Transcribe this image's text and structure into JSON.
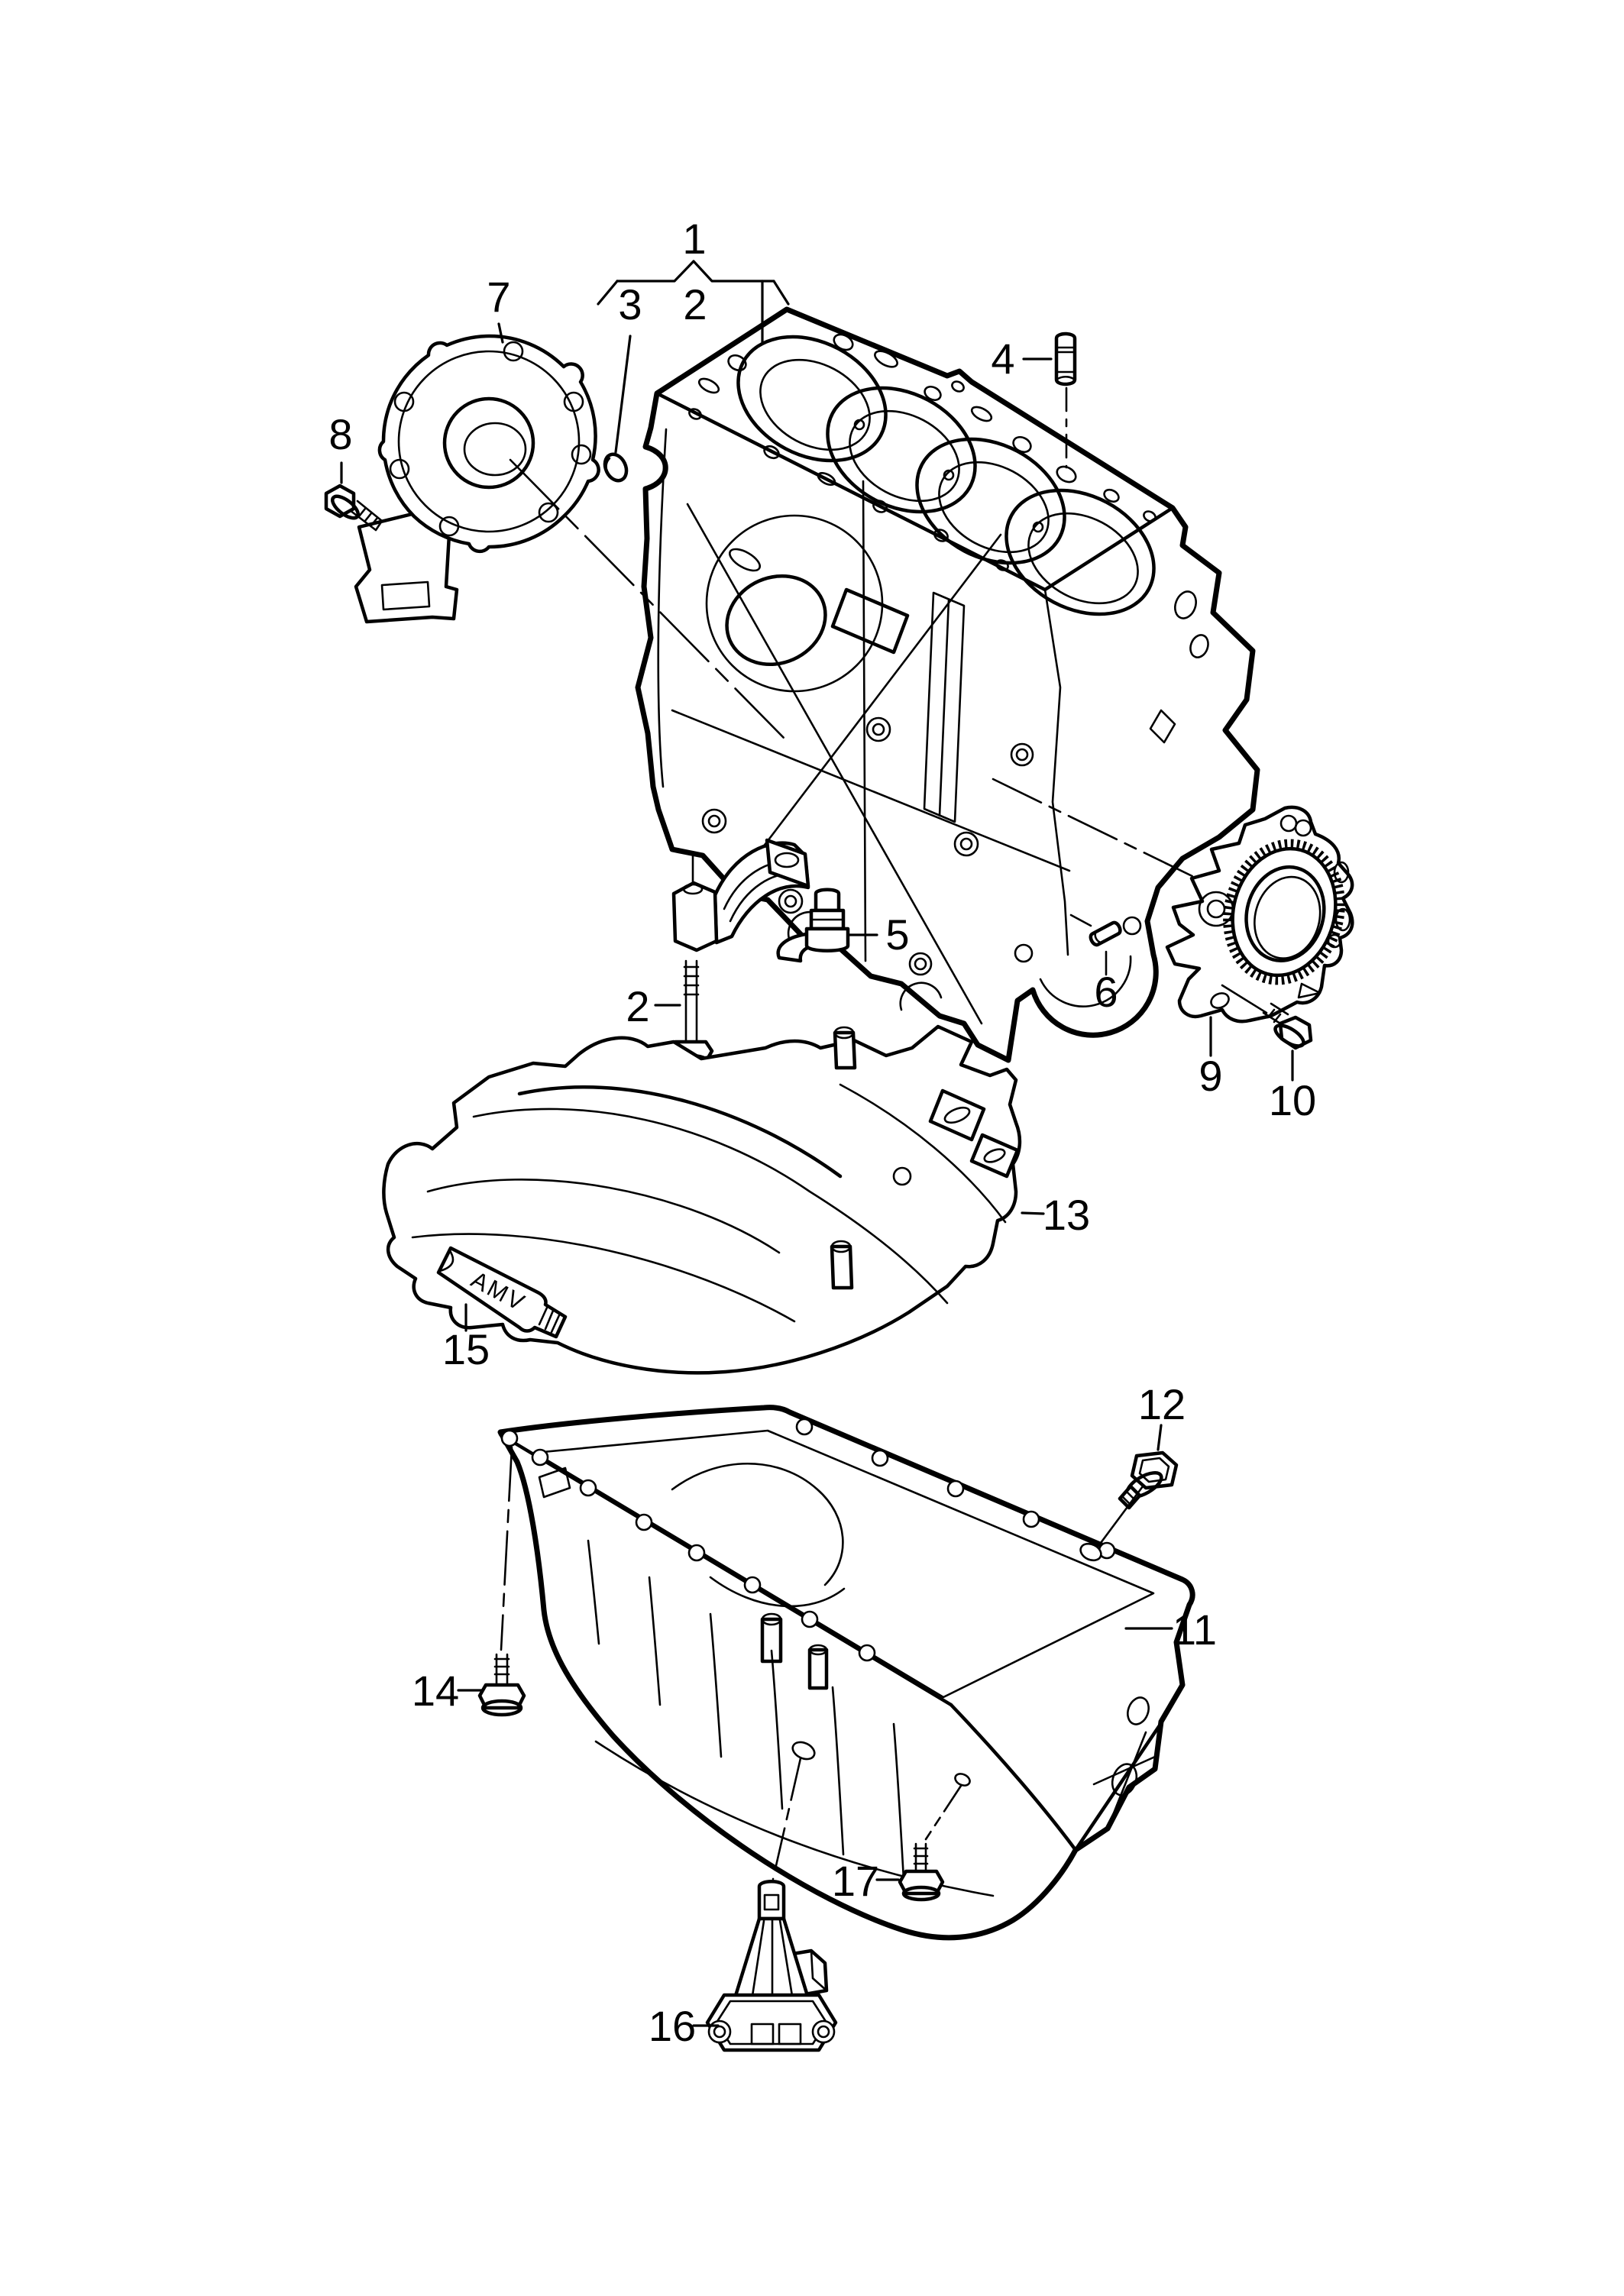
{
  "diagram": {
    "background_color": "#ffffff",
    "line_color": "#000000",
    "sealant_tube_label": "AMV",
    "callouts": [
      {
        "id": "group-bracket",
        "label": "1"
      },
      {
        "id": "sealing-plug",
        "label": "3"
      },
      {
        "id": "block-bolt-top",
        "label": "2"
      },
      {
        "id": "front-seal-flange",
        "label": "7"
      },
      {
        "id": "flange-bolt",
        "label": "8"
      },
      {
        "id": "fitting-stud",
        "label": "4"
      },
      {
        "id": "oil-spray-valve",
        "label": "5"
      },
      {
        "id": "bearing-cap-bolt",
        "label": "2"
      },
      {
        "id": "dowel-sleeve",
        "label": "6"
      },
      {
        "id": "rear-seal-flange",
        "label": "9"
      },
      {
        "id": "rear-flange-bolt",
        "label": "10"
      },
      {
        "id": "baffle-plate",
        "label": "13"
      },
      {
        "id": "sealant-tube",
        "label": "15"
      },
      {
        "id": "oil-drain-plug",
        "label": "12"
      },
      {
        "id": "oil-sump",
        "label": "11"
      },
      {
        "id": "sump-bolt-front",
        "label": "14"
      },
      {
        "id": "sump-bolt-rear",
        "label": "17"
      },
      {
        "id": "oil-level-sensor",
        "label": "16"
      }
    ]
  }
}
